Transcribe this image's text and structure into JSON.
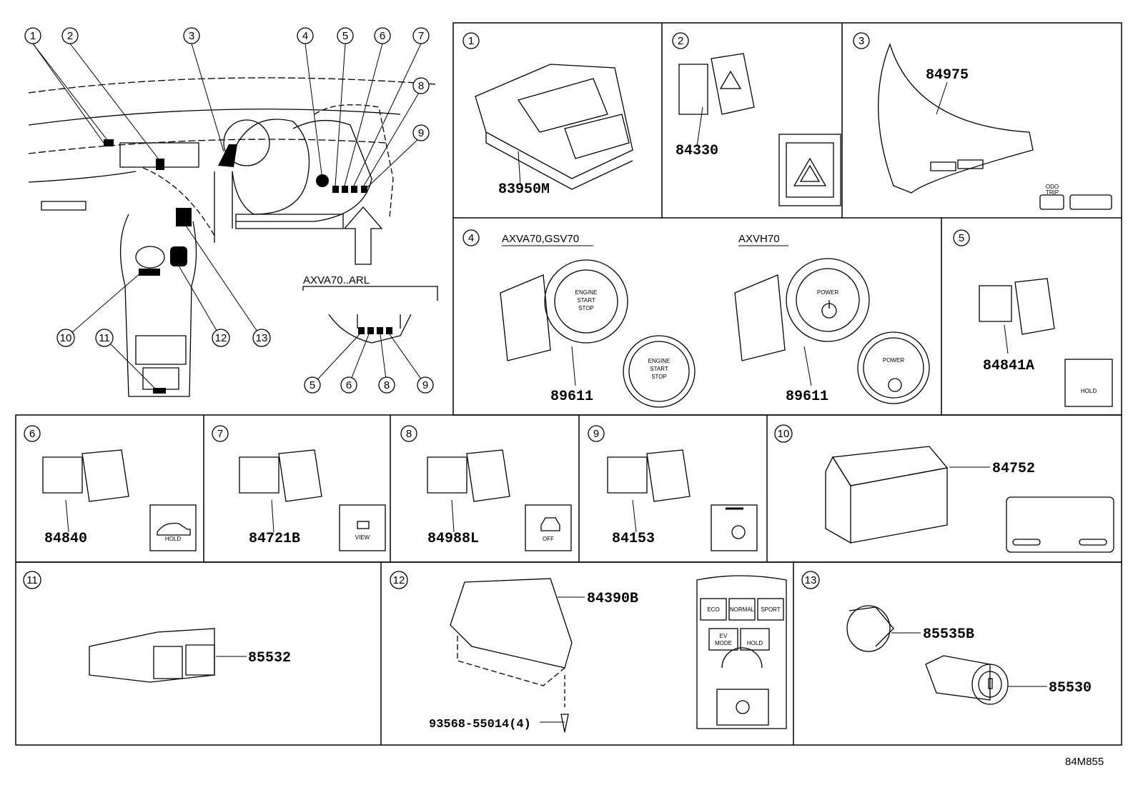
{
  "overview": {
    "callouts": [
      "1",
      "2",
      "3",
      "4",
      "5",
      "6",
      "7",
      "8",
      "9",
      "10",
      "11",
      "12",
      "13"
    ],
    "inset_label": "AXVA70..ARL",
    "inset_callouts": [
      "5",
      "6",
      "8",
      "9"
    ]
  },
  "panels": [
    {
      "num": "1",
      "parts": [
        "83950M"
      ]
    },
    {
      "num": "2",
      "parts": [
        "84330"
      ]
    },
    {
      "num": "3",
      "parts": [
        "84975"
      ],
      "icon_text": [
        "ODO",
        "TRIP"
      ]
    },
    {
      "num": "4",
      "parts": [
        "89611",
        "89611"
      ],
      "variants": [
        "AXVA70,GSV70",
        "AXVH70"
      ],
      "button_text": [
        "ENGINE",
        "START",
        "STOP"
      ],
      "power_text": "POWER"
    },
    {
      "num": "5",
      "parts": [
        "84841A"
      ],
      "icon_text": "HOLD"
    },
    {
      "num": "6",
      "parts": [
        "84840"
      ],
      "icon_text": "HOLD"
    },
    {
      "num": "7",
      "parts": [
        "84721B"
      ],
      "icon_text": "VIEW"
    },
    {
      "num": "8",
      "parts": [
        "84988L"
      ],
      "icon_text": "OFF"
    },
    {
      "num": "9",
      "parts": [
        "84153"
      ]
    },
    {
      "num": "10",
      "parts": [
        "84752"
      ]
    },
    {
      "num": "11",
      "parts": [
        "85532"
      ]
    },
    {
      "num": "12",
      "parts": [
        "84390B",
        "93568-55014(4)"
      ],
      "console_text": [
        "ECO",
        "NORMAL",
        "SPORT",
        "EV",
        "MODE",
        "HOLD"
      ]
    },
    {
      "num": "13",
      "parts": [
        "85535B",
        "85530"
      ]
    }
  ],
  "diagram_code": "84M855"
}
